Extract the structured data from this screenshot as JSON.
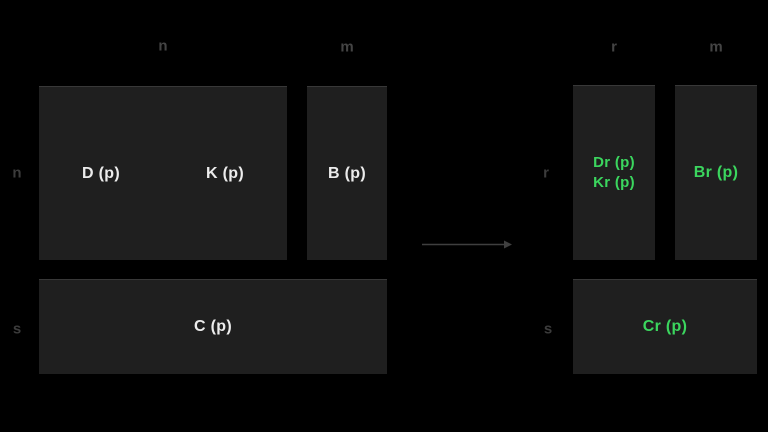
{
  "colors": {
    "background": "#000000",
    "block_fill": "#1f1f1f",
    "block_top_edge": "#383838",
    "white_text": "#ececec",
    "green_text": "#3bd65e",
    "dim_label_gray": "#444444",
    "arrow_gray": "#3f3f3f"
  },
  "left_group": {
    "top_dim_n": "n",
    "top_dim_m": "m",
    "side_dim_n": "n",
    "side_dim_s": "s",
    "dk_block": {
      "d_label": "D (p)",
      "k_label": "K (p)"
    },
    "b_block": {
      "label": "B (p)"
    },
    "c_block": {
      "label": "C (p)"
    }
  },
  "right_group": {
    "top_dim_r": "r",
    "top_dim_m": "m",
    "side_dim_r": "r",
    "side_dim_s": "s",
    "drkr_block": {
      "line1": "Dr (p)",
      "line2": "Kr (p)"
    },
    "br_block": {
      "label": "Br (p)"
    },
    "cr_block": {
      "label": "Cr (p)"
    }
  },
  "arrow": {
    "direction": "right"
  }
}
